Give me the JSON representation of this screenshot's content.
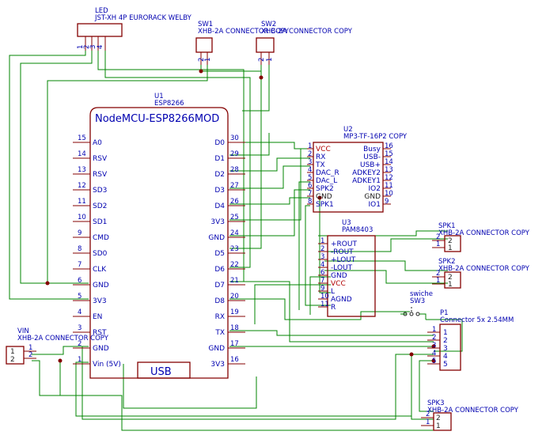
{
  "u1": {
    "ref": "U1",
    "value": "ESP8266",
    "title": "NodeMCU-ESP8266MOD",
    "usb": "USB",
    "left_pins": [
      {
        "num": "15",
        "name": "A0"
      },
      {
        "num": "14",
        "name": "RSV"
      },
      {
        "num": "13",
        "name": "RSV"
      },
      {
        "num": "12",
        "name": "SD3"
      },
      {
        "num": "11",
        "name": "SD2"
      },
      {
        "num": "10",
        "name": "SD1"
      },
      {
        "num": "9",
        "name": "CMD"
      },
      {
        "num": "8",
        "name": "SD0"
      },
      {
        "num": "7",
        "name": "CLK"
      },
      {
        "num": "6",
        "name": "GND"
      },
      {
        "num": "5",
        "name": "3V3"
      },
      {
        "num": "4",
        "name": "EN"
      },
      {
        "num": "3",
        "name": "RST"
      },
      {
        "num": "2",
        "name": "GND"
      },
      {
        "num": "1",
        "name": "Vin (5V)"
      }
    ],
    "right_pins": [
      {
        "num": "30",
        "name": "D0"
      },
      {
        "num": "29",
        "name": "D1"
      },
      {
        "num": "28",
        "name": "D2"
      },
      {
        "num": "27",
        "name": "D3"
      },
      {
        "num": "26",
        "name": "D4"
      },
      {
        "num": "25",
        "name": "3V3"
      },
      {
        "num": "24",
        "name": "GND"
      },
      {
        "num": "23",
        "name": "D5"
      },
      {
        "num": "22",
        "name": "D6"
      },
      {
        "num": "21",
        "name": "D7"
      },
      {
        "num": "20",
        "name": "D8"
      },
      {
        "num": "19",
        "name": "RX"
      },
      {
        "num": "18",
        "name": "TX"
      },
      {
        "num": "17",
        "name": "GND"
      },
      {
        "num": "16",
        "name": "3V3"
      }
    ]
  },
  "u2": {
    "ref": "U2",
    "value": "MP3-TF-16P2 COPY",
    "left_pins": [
      {
        "num": "1",
        "name": "VCC",
        "power": true
      },
      {
        "num": "2",
        "name": "RX"
      },
      {
        "num": "3",
        "name": "TX"
      },
      {
        "num": "4",
        "name": "DAC_R"
      },
      {
        "num": "5",
        "name": "DAc_L"
      },
      {
        "num": "6",
        "name": "SPK2"
      },
      {
        "num": "7",
        "name": "GND",
        "ground": true
      },
      {
        "num": "8",
        "name": "SPK1"
      }
    ],
    "right_pins": [
      {
        "num": "16",
        "name": "Busy"
      },
      {
        "num": "15",
        "name": "USB-"
      },
      {
        "num": "14",
        "name": "USB+"
      },
      {
        "num": "13",
        "name": "ADKEY2"
      },
      {
        "num": "12",
        "name": "ADKEY1"
      },
      {
        "num": "11",
        "name": "IO2"
      },
      {
        "num": "10",
        "name": "GND",
        "ground": true
      },
      {
        "num": "9",
        "name": "IO1"
      }
    ]
  },
  "u3": {
    "ref": "U3",
    "value": "PAM8403",
    "pins": [
      {
        "num": "1",
        "name": "+ROUT"
      },
      {
        "num": "2",
        "name": "-ROUT"
      },
      {
        "num": "3",
        "name": "+LOUT"
      },
      {
        "num": "4",
        "name": "-LOUT"
      },
      {
        "num": "6",
        "name": "GND"
      },
      {
        "num": "7",
        "name": "VCC",
        "power": true
      },
      {
        "num": "9",
        "name": "L"
      },
      {
        "num": "10",
        "name": "AGND"
      },
      {
        "num": "11",
        "name": "R"
      }
    ]
  },
  "led": {
    "ref": "LED",
    "value": "JST-XH 4P EURORACK WELBY",
    "pins": [
      "1",
      "2",
      "3",
      "4"
    ]
  },
  "sw1": {
    "ref": "SW1",
    "value": "XHB-2A CONNECTOR COPY",
    "pins": [
      "2",
      "1"
    ]
  },
  "sw2": {
    "ref": "SW2",
    "value": "XHB-2A CONNECTOR COPY",
    "pins": [
      "2",
      "1"
    ]
  },
  "vin": {
    "ref": "VIN",
    "value": "XHB-2A CONNECTOR COPY",
    "pins": [
      "1",
      "2"
    ],
    "body_pins": [
      "1",
      "2"
    ]
  },
  "spk1": {
    "ref": "SPK1",
    "value": "XHB-2A CONNECTOR COPY",
    "pins": [
      "2",
      "1"
    ],
    "body_pins": [
      "2",
      "1"
    ]
  },
  "spk2": {
    "ref": "SPK2",
    "value": "XHB-2A CONNECTOR COPY",
    "pins": [
      "2",
      "1"
    ],
    "body_pins": [
      "2",
      "1"
    ]
  },
  "spk3": {
    "ref": "SPK3",
    "value": "XHB-2A CONNECTOR COPY",
    "pins": [
      "2",
      "1"
    ],
    "body_pins": [
      "2",
      "1"
    ]
  },
  "sw3": {
    "ref": "SW3",
    "value": "swiche"
  },
  "p1": {
    "ref": "P1",
    "value": "Connector 5x 2.54MM",
    "pins": [
      "1",
      "2",
      "3",
      "4",
      "5"
    ],
    "body_pins": [
      "1",
      "2",
      "3",
      "4",
      "5"
    ]
  },
  "colors": {
    "text": "#0000b0",
    "body": "#840000",
    "wire": "#008400",
    "power": "#b00000"
  }
}
